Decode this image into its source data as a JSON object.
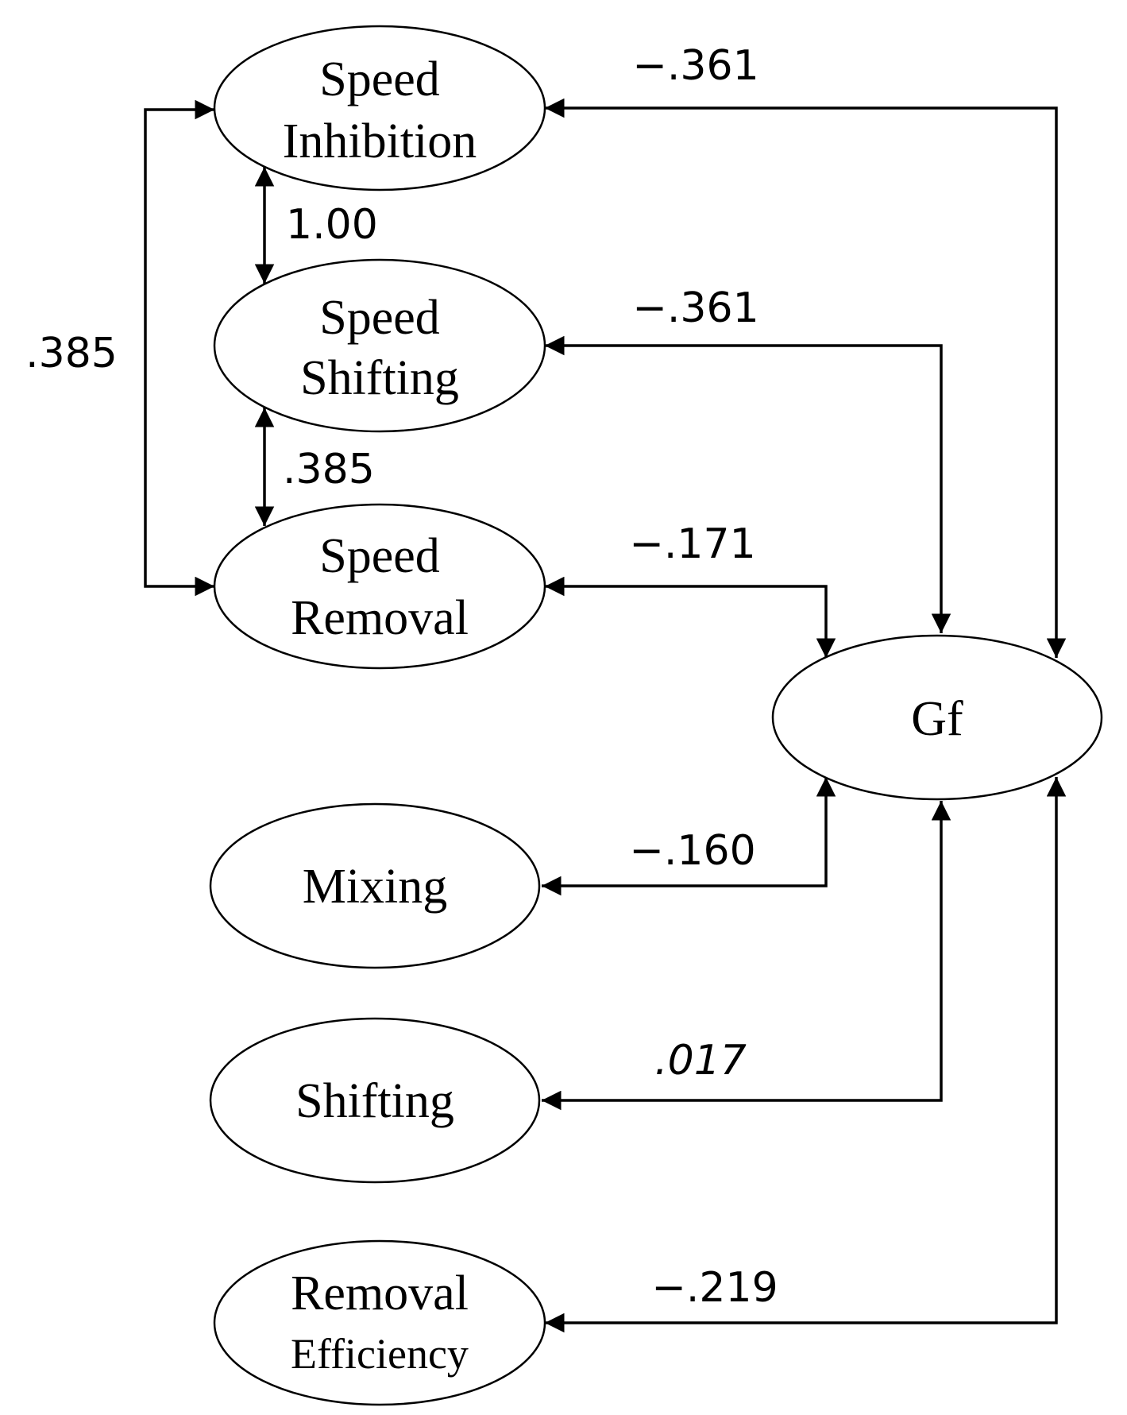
{
  "nodes": {
    "speed_inhibition": {
      "lines": [
        "Speed",
        "Inhibition"
      ]
    },
    "speed_shifting": {
      "lines": [
        "Speed",
        "Shifting"
      ]
    },
    "speed_removal": {
      "lines": [
        "Speed",
        "Removal"
      ]
    },
    "gf": {
      "lines": [
        "Gf"
      ]
    },
    "mixing": {
      "lines": [
        "Mixing"
      ]
    },
    "shifting": {
      "lines": [
        "Shifting"
      ]
    },
    "removal_efficiency": {
      "lines": [
        "Removal",
        "Efficiency"
      ]
    }
  },
  "edges": {
    "speed_inhibition_speed_removal": {
      "label": ".385"
    },
    "speed_inhibition_speed_shifting": {
      "label": "1.00"
    },
    "speed_shifting_speed_removal": {
      "label": ".385"
    },
    "speed_inhibition_gf": {
      "label": "−.361"
    },
    "speed_shifting_gf": {
      "label": "−.361"
    },
    "speed_removal_gf": {
      "label": "−.171"
    },
    "mixing_gf": {
      "label": "−.160"
    },
    "shifting_gf": {
      "label": ".017",
      "italic": true
    },
    "removal_efficiency_gf": {
      "label": "−.219"
    }
  }
}
